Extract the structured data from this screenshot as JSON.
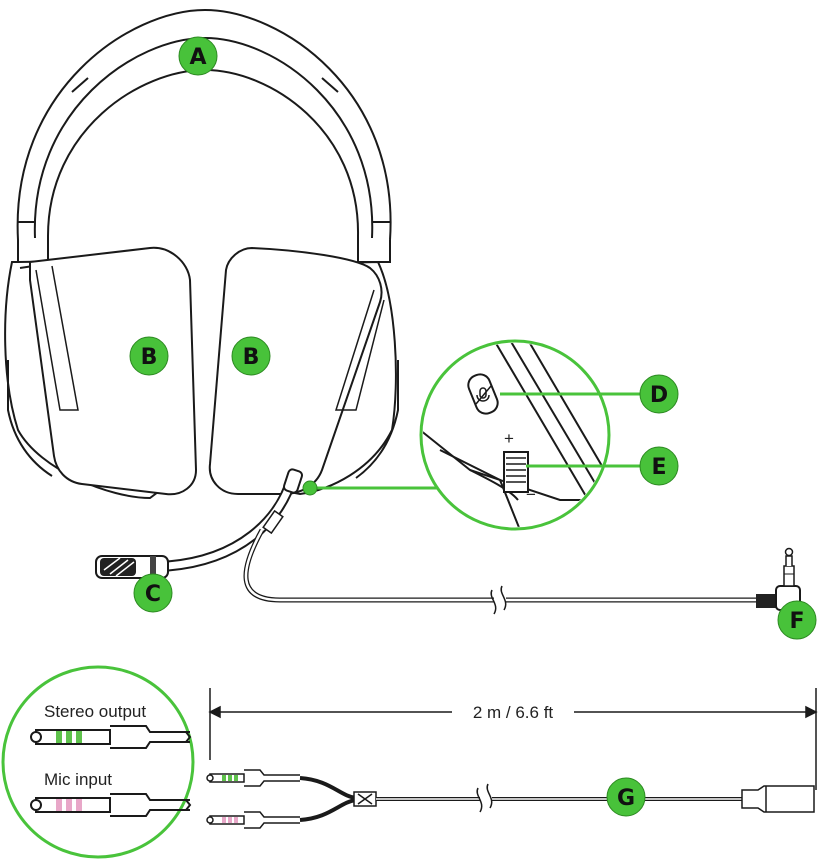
{
  "callouts": {
    "a": "A",
    "b_left": "B",
    "b_right": "B",
    "c": "C",
    "d": "D",
    "e": "E",
    "f": "F",
    "g": "G"
  },
  "splitter": {
    "stereo_output": "Stereo output",
    "mic_input": "Mic input",
    "length": "2 m / 6.6 ft"
  },
  "volume": {
    "plus": "+",
    "minus": "−"
  },
  "colors": {
    "callout_fill": "#48c23a",
    "accent_line": "#49c33b",
    "stereo_band": "#5ec24b",
    "mic_band": "#e8a7c8",
    "outline": "#1a1a1a"
  }
}
